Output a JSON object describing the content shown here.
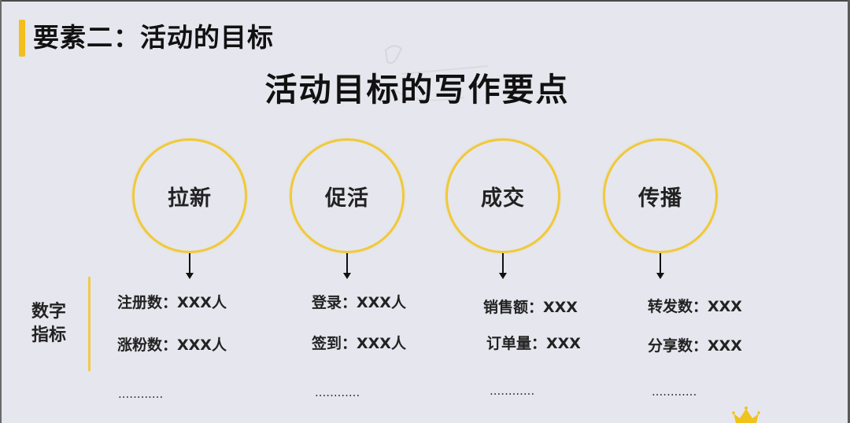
{
  "section": {
    "title": "要素二：活动的目标",
    "accent_color": "#f2bf1c"
  },
  "main_title": "活动目标的写作要点",
  "goals": [
    {
      "label": "拉新",
      "metrics": [
        "注册数：XXX人",
        "涨粉数：XXX人"
      ],
      "ellipsis": "............"
    },
    {
      "label": "促活",
      "metrics": [
        "登录：XXX人",
        "签到：XXX人"
      ],
      "ellipsis": "............"
    },
    {
      "label": "成交",
      "metrics": [
        "销售额：XXX",
        "订单量：XXX"
      ],
      "ellipsis": "............"
    },
    {
      "label": "传播",
      "metrics": [
        "转发数：XXX",
        "分享数：XXX"
      ],
      "ellipsis": "............"
    }
  ],
  "metric_category": {
    "line1": "数字",
    "line2": "指标"
  },
  "colors": {
    "background": "#e6e6ee",
    "circle_border": "#f0c93a",
    "divider": "#f0c94a",
    "text": "#111111"
  },
  "icons": {
    "crown": "crown-icon",
    "arrow": "arrow-down-icon"
  }
}
